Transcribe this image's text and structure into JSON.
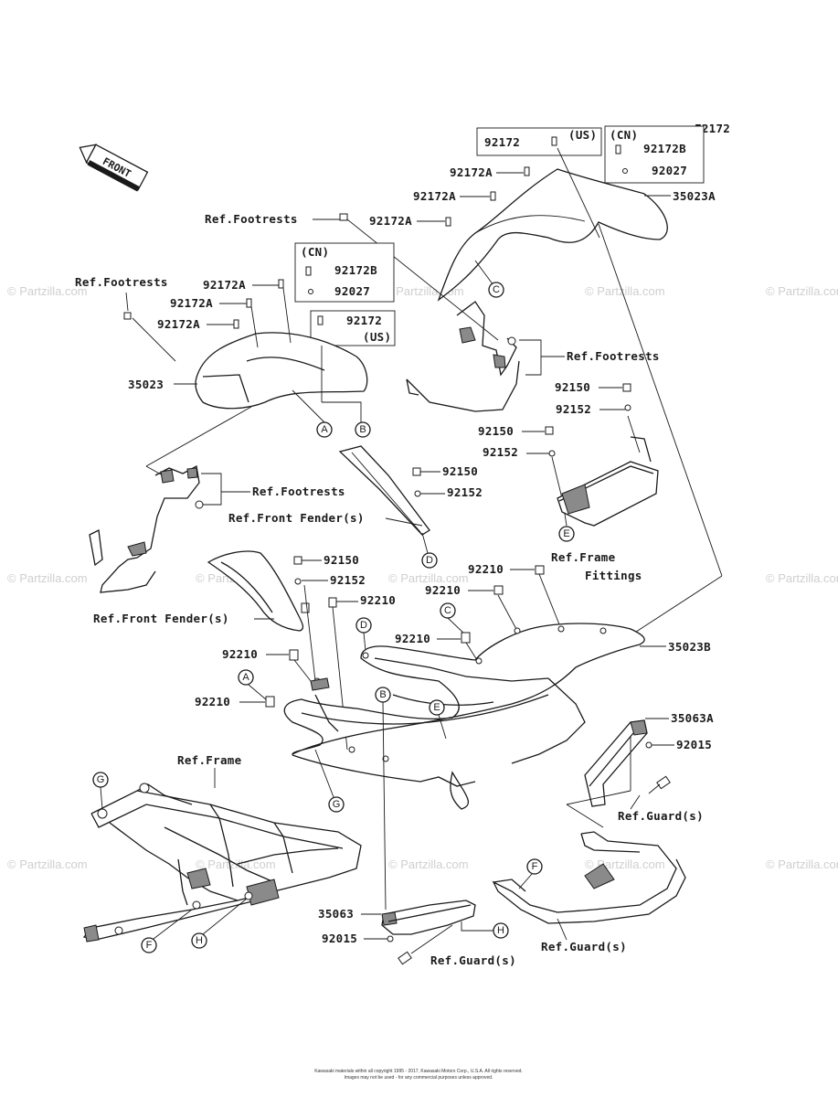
{
  "figure_code": "F2172",
  "front_label": "FRONT",
  "watermark": "© Partzilla.com",
  "copyright": [
    "Kawasaki materials within all copyright 1995 - 2017, Kawasaki Motors Corp., U.S.A. All rights reserved.",
    "Images may not be used - for any commercial purposes unless approved."
  ],
  "part_labels": {
    "p92172_us_top": "92172",
    "us_top": "(US)",
    "cn_top": "(CN)",
    "p92172b_top": "92172B",
    "p92027_top": "92027",
    "p92172a_1": "92172A",
    "p92172a_2": "92172A",
    "p92172a_3": "92172A",
    "p35023a": "35023A",
    "ref_footrests_1": "Ref.Footrests",
    "cn_mid": "(CN)",
    "p92172b_mid": "92172B",
    "p92027_mid": "92027",
    "ref_footrests_2": "Ref.Footrests",
    "p92172a_4": "92172A",
    "p92172a_5": "92172A",
    "p92172a_6": "92172A",
    "p92172_mid": "92172",
    "us_mid": "(US)",
    "ref_footrests_3": "Ref.Footrests",
    "p35023": "35023",
    "p92150_1": "92150",
    "p92152_1": "92152",
    "p92150_2": "92150",
    "p92152_2": "92152",
    "ref_footrests_4": "Ref.Footrests",
    "p92150_3": "92150",
    "p92152_3": "92152",
    "ref_front_fender_1": "Ref.Front Fender(s)",
    "ref_frame_fittings_1": "Ref.Frame",
    "ref_frame_fittings_2": "Fittings",
    "p92150_4": "92150",
    "p92152_4": "92152",
    "p92210_1": "92210",
    "p92210_2": "92210",
    "p92210_3": "92210",
    "ref_front_fender_2": "Ref.Front Fender(s)",
    "p92210_4": "92210",
    "p35023b": "35023B",
    "p92210_5": "92210",
    "p92210_6": "92210",
    "p35063a": "35063A",
    "p92015_1": "92015",
    "ref_frame": "Ref.Frame",
    "ref_guard_1": "Ref.Guard(s)",
    "p35063": "35063",
    "p92015_2": "92015",
    "ref_guard_2": "Ref.Guard(s)",
    "ref_guard_3": "Ref.Guard(s)"
  },
  "callouts": {
    "c1": "C",
    "a1": "A",
    "b1": "B",
    "d1": "D",
    "e1": "E",
    "c2": "C",
    "d2": "D",
    "a2": "A",
    "b2": "B",
    "e2": "E",
    "g1": "G",
    "g2": "G",
    "f1": "F",
    "h1": "H",
    "f2": "F",
    "h2": "H"
  }
}
